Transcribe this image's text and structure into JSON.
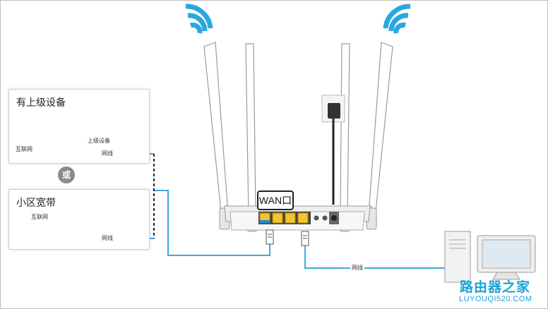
{
  "boxes": {
    "upstream_title": "有上级设备",
    "upstream_device_label": "上级设备",
    "upstream_internet_label": "互联网",
    "upstream_cable_label": "网线",
    "or_label": "或",
    "broadband_title": "小区宽带",
    "broadband_internet_label": "互联网",
    "broadband_cable_label": "网线"
  },
  "router": {
    "port_label": "WAN口"
  },
  "computer_cable_label": "网线",
  "watermark": {
    "name": "路由器之家",
    "url": "LUYOUQI520.COM"
  },
  "colors": {
    "cable_blue": "#3fa9dc",
    "wifi_blue": "#29a8e0",
    "port_yellow": "#f4c430",
    "wan_blue": "#1e88e5"
  }
}
